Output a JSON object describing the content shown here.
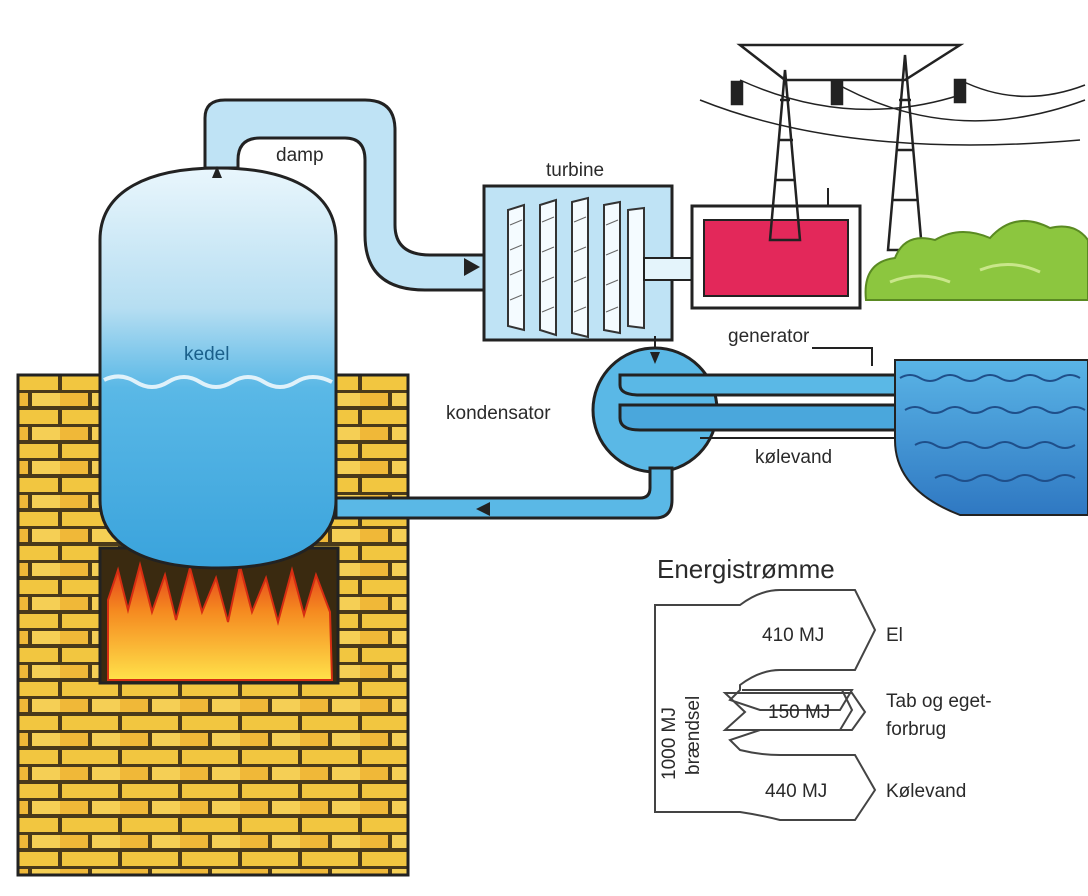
{
  "labels": {
    "damp": "damp",
    "turbine": "turbine",
    "kedel": "kedel",
    "generator": "generator",
    "kondensator": "kondensator",
    "kolevand": "kølevand"
  },
  "energy": {
    "title": "Energistrømme",
    "input_line1": "1000 MJ",
    "input_line2": "brændsel",
    "flows": [
      {
        "value": "410 MJ",
        "label_line1": "El",
        "label_line2": ""
      },
      {
        "value": "150 MJ",
        "label_line1": "Tab og eget-",
        "label_line2": "forbrug"
      },
      {
        "value": "440 MJ",
        "label_line1": "Kølevand",
        "label_line2": ""
      }
    ]
  },
  "colors": {
    "water": "#5ab8e6",
    "pipe": "#bfe3f5",
    "brick": "#f2c640",
    "fire": "#f26a1b",
    "generator": "#e3285a",
    "trees": "#8cc63f"
  }
}
